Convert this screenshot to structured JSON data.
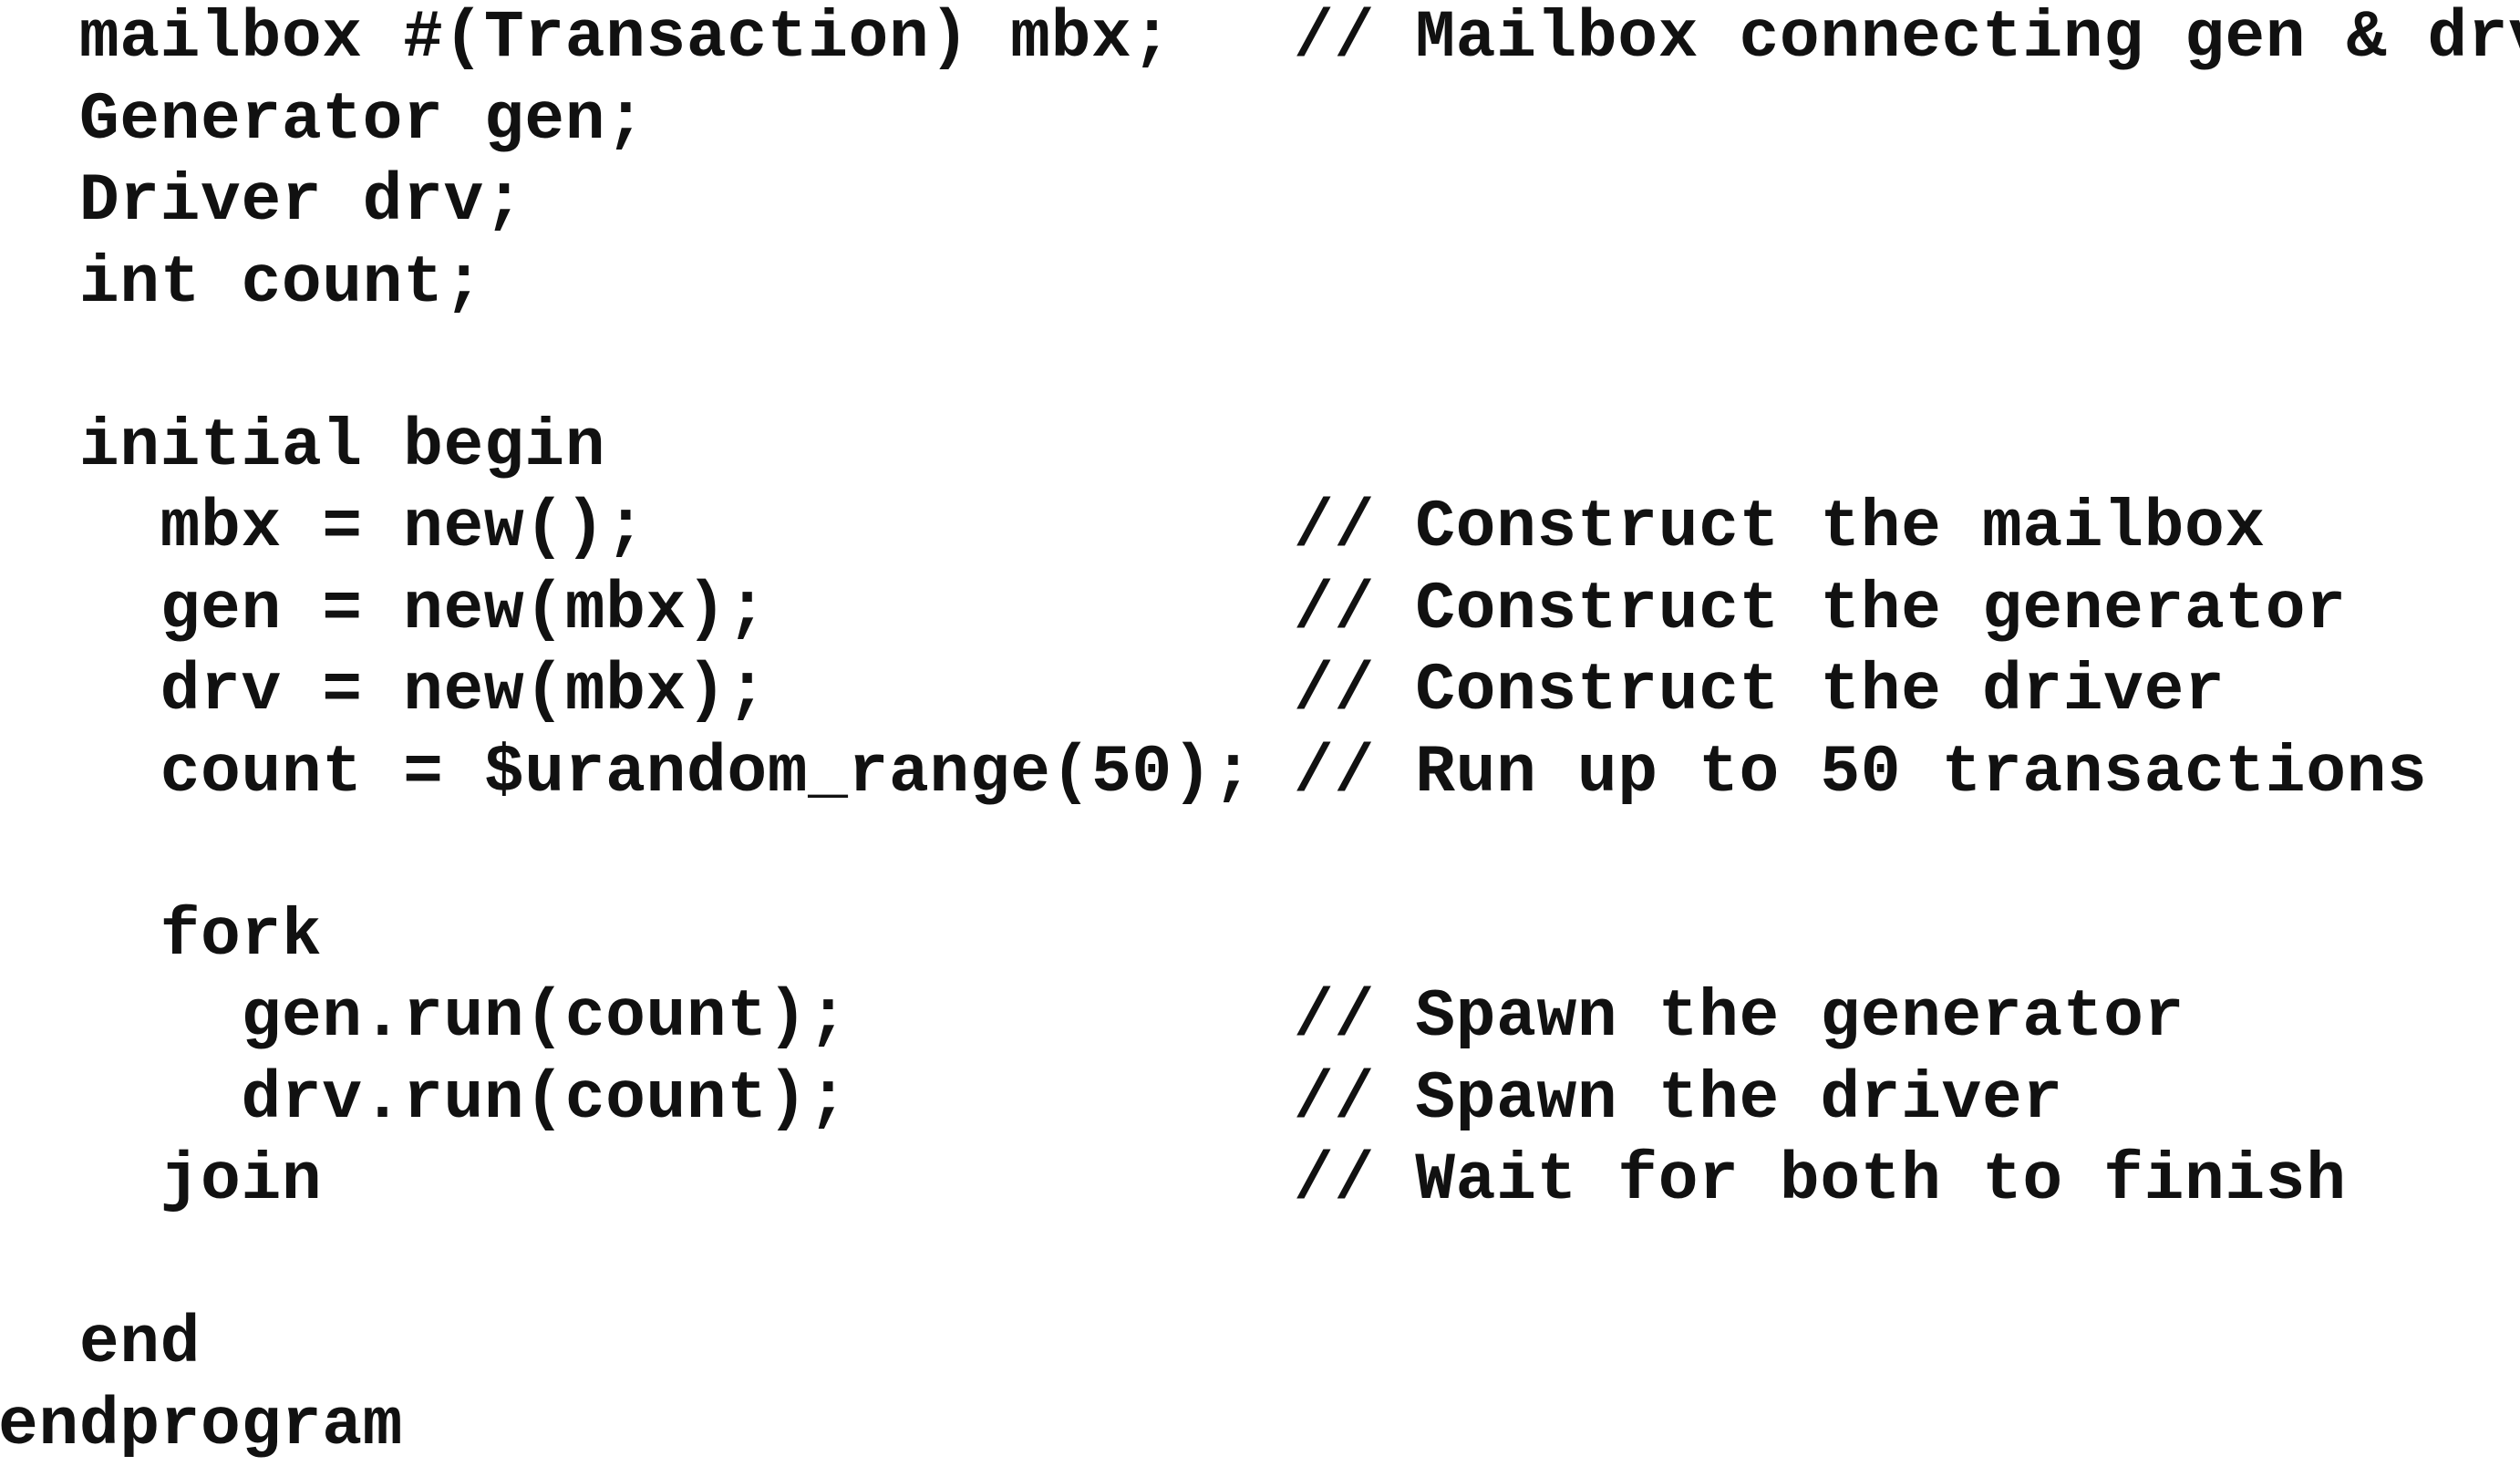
{
  "lines": [
    {
      "code": "  mailbox #(Transaction) mbx;   ",
      "comment": "// Mailbox connecting gen & drv"
    },
    {
      "code": "  Generator gen;",
      "comment": ""
    },
    {
      "code": "  Driver drv;",
      "comment": ""
    },
    {
      "code": "  int count;",
      "comment": ""
    },
    {
      "code": "",
      "comment": ""
    },
    {
      "code": "  initial begin",
      "comment": ""
    },
    {
      "code": "    mbx = new();                ",
      "comment": "// Construct the mailbox"
    },
    {
      "code": "    gen = new(mbx);             ",
      "comment": "// Construct the generator"
    },
    {
      "code": "    drv = new(mbx);             ",
      "comment": "// Construct the driver"
    },
    {
      "code": "    count = $urandom_range(50); ",
      "comment": "// Run up to 50 transactions"
    },
    {
      "code": "",
      "comment": ""
    },
    {
      "code": "    fork",
      "comment": ""
    },
    {
      "code": "      gen.run(count);           ",
      "comment": "// Spawn the generator"
    },
    {
      "code": "      drv.run(count);           ",
      "comment": "// Spawn the driver"
    },
    {
      "code": "    join                        ",
      "comment": "// Wait for both to finish"
    },
    {
      "code": "",
      "comment": ""
    },
    {
      "code": "  end",
      "comment": ""
    },
    {
      "code": "endprogram",
      "comment": ""
    }
  ]
}
